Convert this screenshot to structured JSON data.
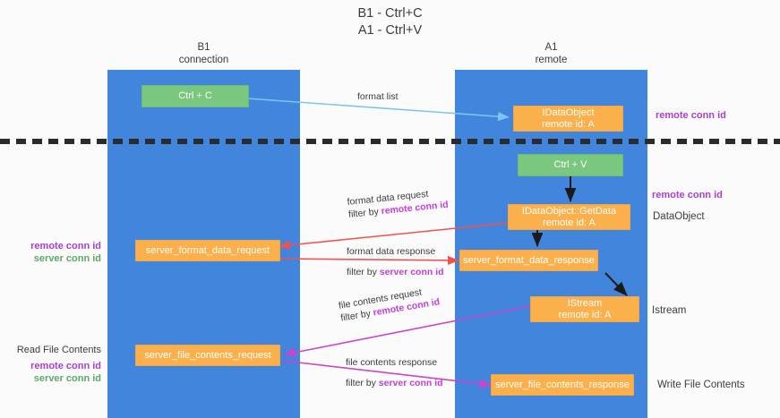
{
  "title": {
    "line1": "B1 - Ctrl+C",
    "line2": "A1 - Ctrl+V"
  },
  "columns": {
    "left": {
      "name": "B1",
      "role": "connection"
    },
    "right": {
      "name": "A1",
      "role": "remote"
    }
  },
  "nodes": {
    "ctrl_c": {
      "label": "Ctrl + C",
      "color": "#7ac77f"
    },
    "ctrl_v": {
      "label": "Ctrl + V",
      "color": "#7ac77f"
    },
    "idataobject": {
      "line1": "IDataObject",
      "line2": "remote id: A",
      "color": "#fbb04c"
    },
    "getdata": {
      "line1": "IDataObject::GetData",
      "line2": "remote id: A",
      "color": "#fbb04c"
    },
    "istream": {
      "line1": "IStream",
      "line2": "remote id: A",
      "color": "#fbb04c"
    },
    "server_format_data_request": {
      "label": "server_format_data_request",
      "color": "#fbb04c"
    },
    "server_format_data_response": {
      "label": "server_format_data_response",
      "color": "#fbb04c"
    },
    "server_file_contents_request": {
      "label": "server_file_contents_request",
      "color": "#fbb04c"
    },
    "server_file_contents_response": {
      "label": "server_file_contents_response",
      "color": "#fbb04c"
    }
  },
  "edges": {
    "format_list": {
      "text": "format list"
    },
    "format_data_request": {
      "text": "format data request",
      "filter_prefix": "filter by ",
      "filter_key": "remote conn id"
    },
    "format_data_response": {
      "text": "format data response",
      "filter_prefix": "filter by ",
      "filter_key": "server conn id"
    },
    "file_contents_request": {
      "text": "file contents request",
      "filter_prefix": "filter by ",
      "filter_key": "remote conn id"
    },
    "file_contents_response": {
      "text": "file contents response",
      "filter_prefix": "filter by ",
      "filter_key": "server conn id"
    }
  },
  "annotations": {
    "right_remote_conn_id_top": "remote conn id",
    "right_remote_conn_id_mid": "remote conn id",
    "right_dataobject": "DataObject",
    "right_istream": "Istream",
    "right_write_file_contents": "Write File Contents",
    "left_remote_conn_id_mid": "remote conn id",
    "left_server_conn_id_mid": "server conn id",
    "left_read_file_contents": "Read File Contents",
    "left_remote_conn_id_bottom": "remote conn id",
    "left_server_conn_id_bottom": "server conn id"
  },
  "colors": {
    "lane": "#4285dd",
    "node_orange": "#fbb04c",
    "node_green": "#7ac77f",
    "accent_purple": "#a83fd0",
    "accent_green": "#5aa96a",
    "arrow_red": "#ef5350",
    "arrow_blue": "#7fc4ec",
    "arrow_magenta": "#cc44cc",
    "arrow_black": "#1a1a1a",
    "divider": "#2b2b2b"
  }
}
